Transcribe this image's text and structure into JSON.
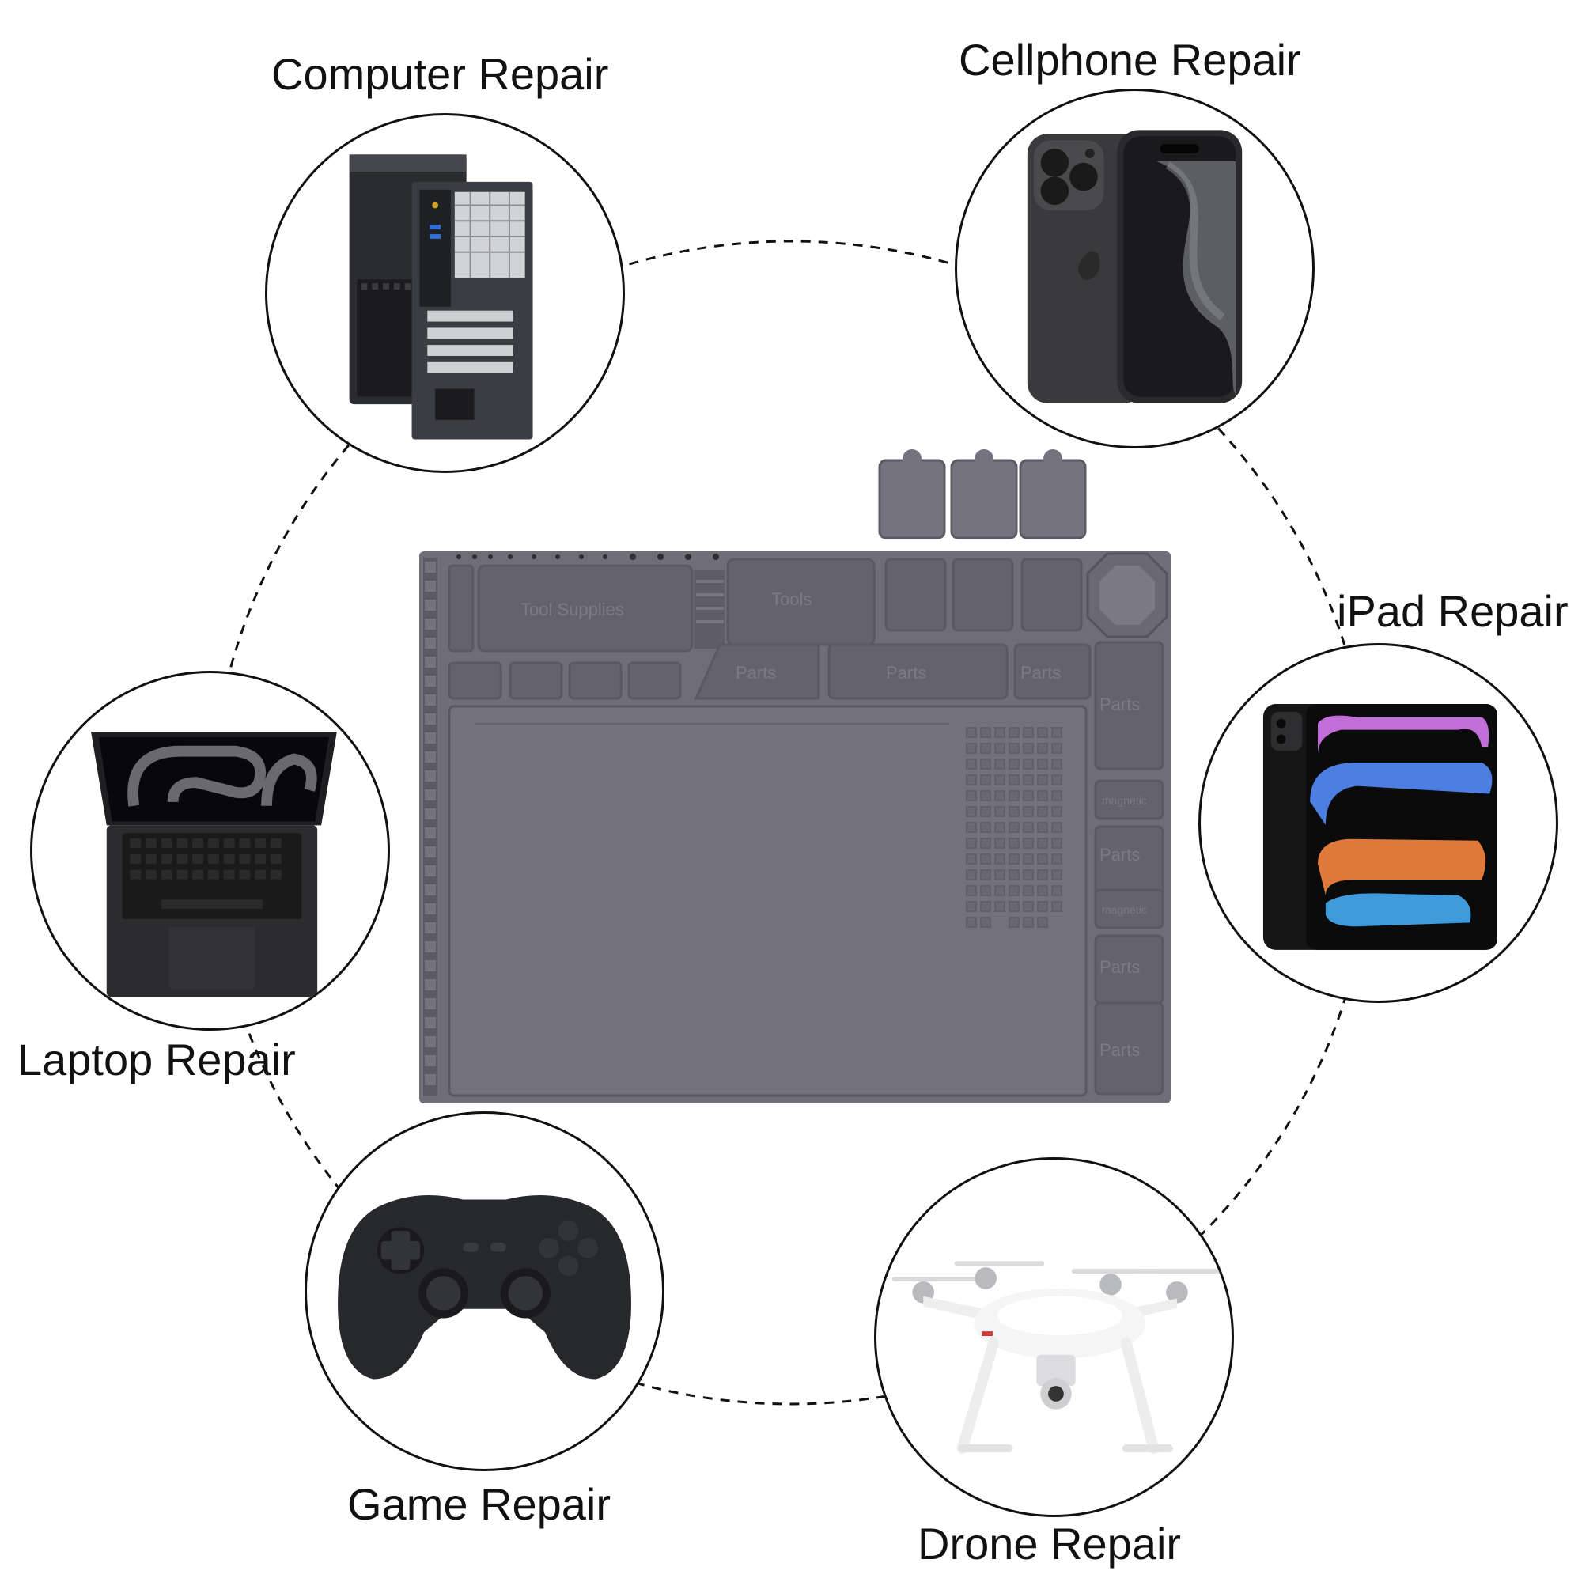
{
  "labels": {
    "computer": "Computer Repair",
    "cellphone": "Cellphone Repair",
    "ipad": "iPad Repair",
    "laptop": "Laptop Repair",
    "game": "Game Repair",
    "drone": "Drone Repair"
  },
  "mat": {
    "tool_supplies": "Tool Supplies",
    "tools": "Tools",
    "parts": "Parts",
    "magnetic": "magnetic"
  },
  "colors": {
    "mat_base": "#6f6d78",
    "mat_shadow": "#5c5a65",
    "mat_highlight": "#8a8893",
    "ink": "#111111"
  },
  "icons": [
    "computer-tower-icon",
    "smartphone-icon",
    "tablet-icon",
    "laptop-icon",
    "gamepad-icon",
    "drone-icon"
  ]
}
